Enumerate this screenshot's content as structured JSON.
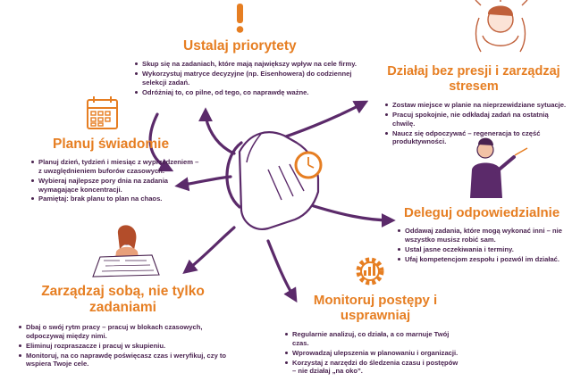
{
  "colors": {
    "title": "#e67e22",
    "text": "#4a2350",
    "arrow": "#5b2a6a",
    "accent": "#e67e22"
  },
  "sections": {
    "priorities": {
      "title": "Ustalaj priorytety",
      "icon": "exclamation-icon",
      "bullets": [
        "Skup się na zadaniach, które mają największy wpływ na cele firmy.",
        "Wykorzystuj matryce decyzyjne (np. Eisenhowera) do codziennej selekcji zadań.",
        "Odróżniaj to, co pilne, od tego, co naprawdę ważne."
      ]
    },
    "plan": {
      "title": "Planuj świadomie",
      "icon": "calendar-icon",
      "bullets": [
        "Planuj dzień, tydzień i miesiąc z wyprzedzeniem – z uwzględnieniem buforów czasowych.",
        "Wybieraj najlepsze pory dnia na zadania wymagające koncentracji.",
        "Pamiętaj: brak planu to plan na chaos."
      ]
    },
    "stress": {
      "title_line1": "Działaj bez presji i zarządzaj",
      "title_line2": "stresem",
      "icon": "stressed-person-icon",
      "bullets": [
        "Zostaw miejsce w planie na nieprzewidziane sytuacje.",
        "Pracuj spokojnie, nie odkładaj zadań na ostatnią chwilę.",
        "Naucz się odpoczywać – regeneracja to część produktywności."
      ]
    },
    "delegate": {
      "title": "Deleguj odpowiedzialnie",
      "icon": "presenter-icon",
      "bullets": [
        "Oddawaj zadania, które mogą wykonać inni – nie wszystko musisz robić sam.",
        "Ustal jasne oczekiwania i terminy.",
        "Ufaj kompetencjom zespołu i pozwól im działać."
      ]
    },
    "self": {
      "title_line1": "Zarządzaj sobą, nie tylko",
      "title_line2": "zadaniami",
      "icon": "desk-worker-icon",
      "bullets": [
        "Dbaj o swój rytm pracy – pracuj w blokach czasowych, odpoczywaj między nimi.",
        "Eliminuj rozpraszacze i pracuj w skupieniu.",
        "Monitoruj, na co naprawdę poświęcasz czas i weryfikuj, czy to wspiera Twoje cele."
      ]
    },
    "monitor": {
      "title_line1": "Monitoruj postępy i",
      "title_line2": "usprawniaj",
      "icon": "gear-chart-icon",
      "bullets": [
        "Regularnie analizuj, co działa, a co marnuje Twój czas.",
        "Wprowadzaj ulepszenia w planowaniu i organizacji.",
        "Korzystaj z narzędzi do śledzenia czasu i postępów – nie działaj „na oko”."
      ]
    }
  },
  "center": {
    "icon": "hand-with-watch-icon"
  }
}
